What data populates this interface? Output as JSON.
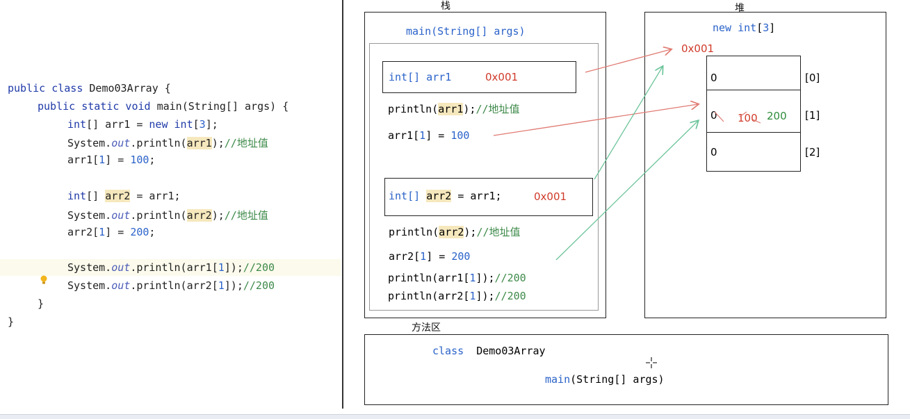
{
  "code": {
    "line1": {
      "kw": "public class ",
      "name": "Demo03Array {"
    },
    "line2": {
      "kw": "public static void ",
      "rest": "main(String[] args) {"
    },
    "line3": {
      "type": "int",
      "mid": "[] arr1 = ",
      "kw": "new ",
      "type2": "int",
      "br1": "[",
      "num": "3",
      "br2": "];"
    },
    "line4": {
      "pre": "System.",
      "it": "out",
      "mid": ".println(",
      "hl": "arr1",
      "post": ");",
      "cm": "//地址值"
    },
    "line5": {
      "pre": "arr1[",
      "num1": "1",
      "mid": "] = ",
      "num2": "100",
      "post": ";"
    },
    "line6": {
      "type": "int",
      "mid": "[] ",
      "hl": "arr2",
      "post": " = arr1;"
    },
    "line7": {
      "pre": "System.",
      "it": "out",
      "mid": ".println(",
      "hl": "arr2",
      "post": ");",
      "cm": "//地址值"
    },
    "line8": {
      "pre": "arr2[",
      "num1": "1",
      "mid": "] = ",
      "num2": "200",
      "post": ";"
    },
    "line9": {
      "pre": "System.",
      "it": "out",
      "mid": ".println(arr1[",
      "num": "1",
      "post": "]);",
      "cm": "//200"
    },
    "line10": {
      "pre": "System.",
      "it": "out",
      "mid": ".println(arr2[",
      "num": "1",
      "post": "]);",
      "cm": "//200"
    },
    "line11": "}",
    "line12": "}"
  },
  "stack": {
    "title": "栈",
    "method": "main(String[] args)",
    "arr1_decl": "int[] arr1",
    "arr1_addr": "0x001",
    "println1": {
      "pre": "println(",
      "hl": "arr1",
      "post": ");",
      "cm": "//地址值"
    },
    "assign1": {
      "pre": "arr1[",
      "num1": "1",
      "mid": "] = ",
      "num2": "100"
    },
    "arr2_decl": {
      "pre": "int[] ",
      "hl": "arr2",
      "post": " = arr1;"
    },
    "arr2_addr": "0x001",
    "println2": {
      "pre": "println(",
      "hl": "arr2",
      "post": ");",
      "cm": "//地址值"
    },
    "assign2": {
      "pre": "arr2[",
      "num1": "1",
      "mid": "] = ",
      "num2": "200"
    },
    "println3": {
      "pre": "println(arr1[",
      "num": "1",
      "post": "]);",
      "cm": "//200"
    },
    "println4": {
      "pre": "println(arr2[",
      "num": "1",
      "post": "]);",
      "cm": "//200"
    }
  },
  "heap": {
    "title": "堆",
    "header": {
      "kw": "new int",
      "br1": "[",
      "num": "3",
      "br2": "]"
    },
    "address": "0x001",
    "cells": [
      {
        "value": "0",
        "index": "[0]"
      },
      {
        "value": "0",
        "old": "100",
        "new": "200",
        "index": "[1]"
      },
      {
        "value": "0",
        "index": "[2]"
      }
    ]
  },
  "method_area": {
    "title": "方法区",
    "class_kw": "class",
    "class_name": "Demo03Array",
    "method": "main(String[] args)"
  },
  "colors": {
    "red_arrow": "#e07a72",
    "green_arrow": "#6cc49a",
    "highlight": "#f6e8bd",
    "keyword": "#1f3aa8",
    "number": "#2a62c9",
    "comment": "#3e8a4a"
  }
}
